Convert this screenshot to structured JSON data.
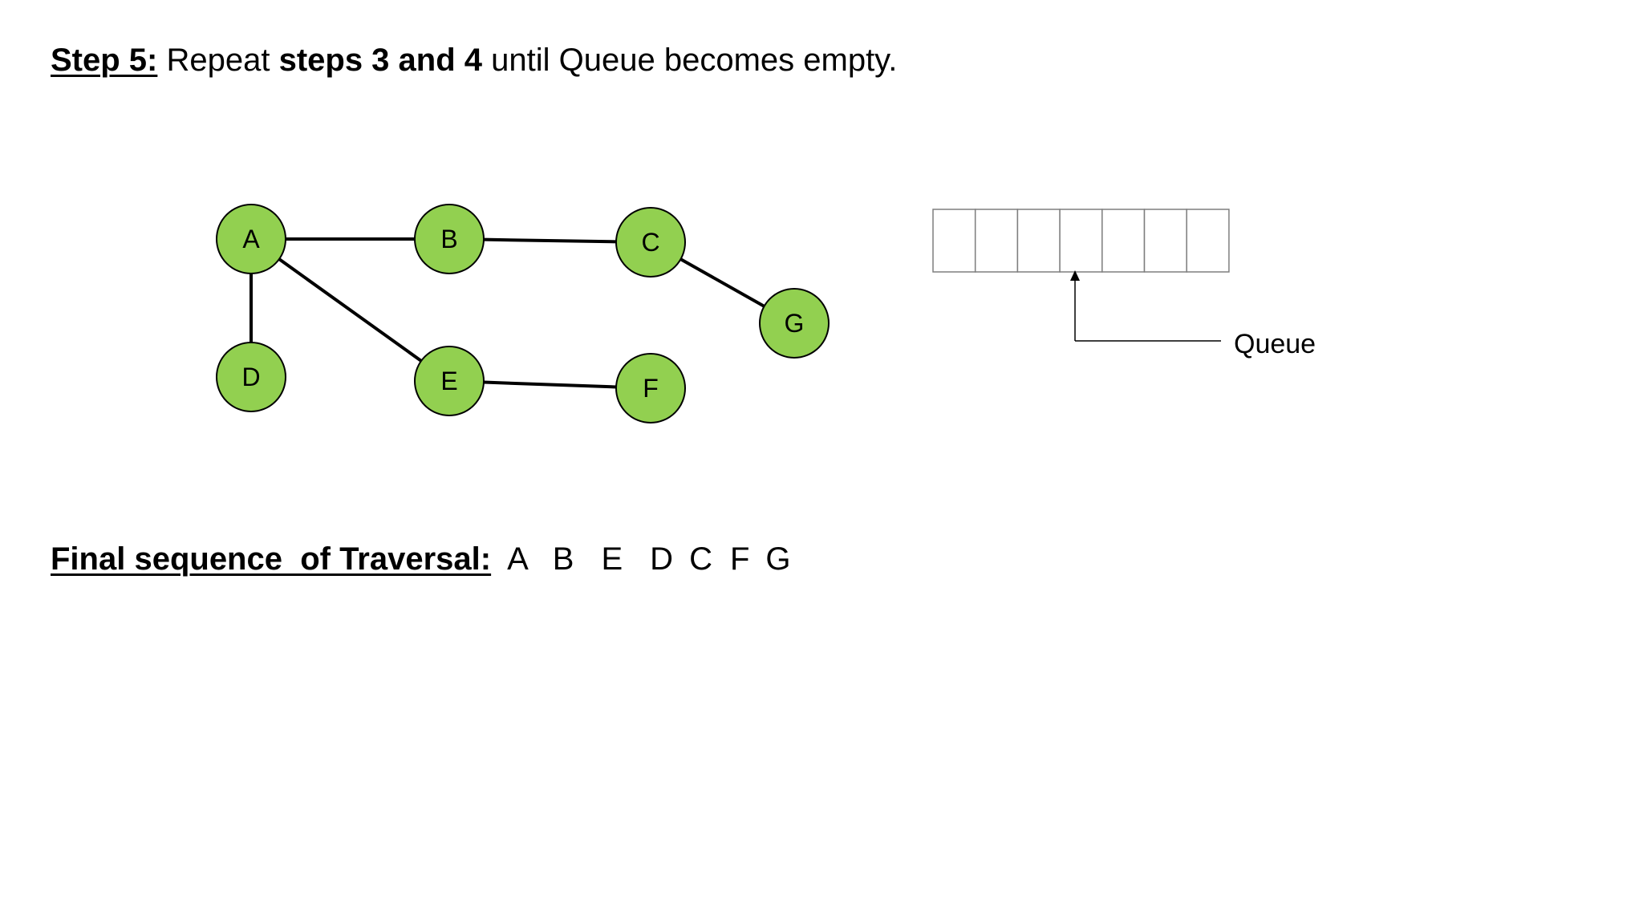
{
  "step": {
    "label": "Step 5:",
    "text_before": " Repeat ",
    "bold": "steps 3 and 4",
    "text_after": " until Queue becomes empty."
  },
  "graph": {
    "nodes": [
      {
        "id": "A",
        "label": "A"
      },
      {
        "id": "B",
        "label": "B"
      },
      {
        "id": "C",
        "label": "C"
      },
      {
        "id": "D",
        "label": "D"
      },
      {
        "id": "E",
        "label": "E"
      },
      {
        "id": "F",
        "label": "F"
      },
      {
        "id": "G",
        "label": "G"
      }
    ],
    "edges": [
      [
        "A",
        "B"
      ],
      [
        "B",
        "C"
      ],
      [
        "C",
        "G"
      ],
      [
        "A",
        "D"
      ],
      [
        "A",
        "E"
      ],
      [
        "E",
        "F"
      ]
    ],
    "node_color": "#92d050",
    "edge_color": "#000000"
  },
  "queue": {
    "label": "Queue",
    "cells": [
      "",
      "",
      "",
      "",
      "",
      "",
      ""
    ]
  },
  "final": {
    "label": "Final sequence  of Traversal:",
    "sequence": [
      "A",
      "B",
      "E",
      "D",
      "C",
      "F",
      "G"
    ]
  }
}
